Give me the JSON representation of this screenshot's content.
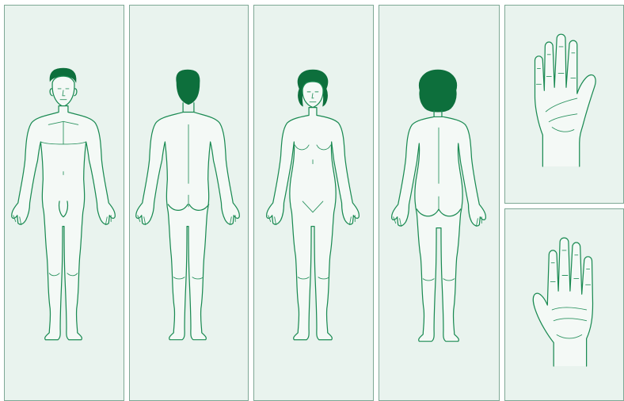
{
  "colors": {
    "outline": "#1a8a52",
    "hair": "#0d6f3c",
    "panel_background": "#e9f3ee",
    "panel_border": "#7ea895"
  },
  "panels": [
    {
      "figure": "male-front"
    },
    {
      "figure": "male-back"
    },
    {
      "figure": "female-front"
    },
    {
      "figure": "female-back"
    },
    {
      "figure": "left-hand-palm"
    },
    {
      "figure": "right-hand-palm"
    }
  ]
}
